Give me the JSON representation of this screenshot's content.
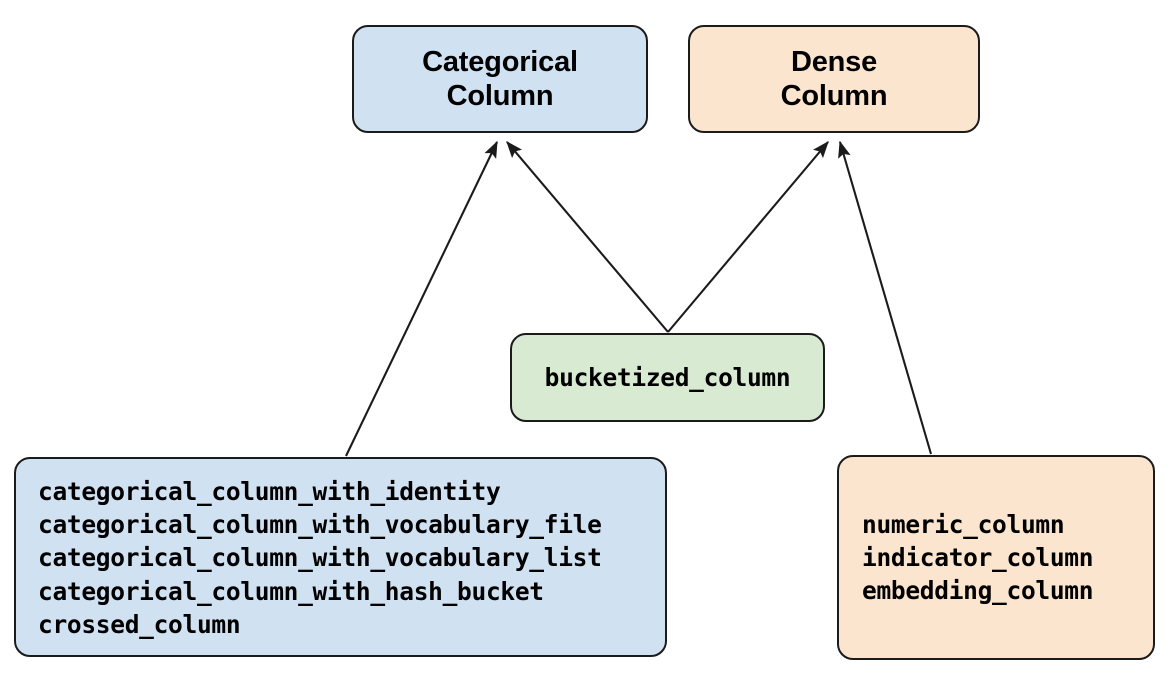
{
  "diagram": {
    "type": "hierarchy-flowchart",
    "background_color": "#ffffff",
    "edge_color": "#1b1b1b",
    "nodes": {
      "categorical_column": {
        "label_lines": [
          "Categorical",
          "Column"
        ],
        "fill_color": "#d0e1f2",
        "border_color": "#1b1b1b",
        "style": "title"
      },
      "dense_column": {
        "label_lines": [
          "Dense",
          "Column"
        ],
        "fill_color": "#fce5cf",
        "border_color": "#1b1b1b",
        "style": "title"
      },
      "bucketized_column": {
        "label_lines": [
          "bucketized_column"
        ],
        "fill_color": "#d9ead3",
        "border_color": "#1b1b1b",
        "style": "mono"
      },
      "categorical_constructors": {
        "label_lines": [
          "categorical_column_with_identity",
          "categorical_column_with_vocabulary_file",
          "categorical_column_with_vocabulary_list",
          "categorical_column_with_hash_bucket",
          "crossed_column"
        ],
        "fill_color": "#d0e1f2",
        "border_color": "#1b1b1b",
        "style": "mono"
      },
      "dense_constructors": {
        "label_lines": [
          "numeric_column",
          "indicator_column",
          "embedding_column"
        ],
        "fill_color": "#fce5cf",
        "border_color": "#1b1b1b",
        "style": "mono"
      }
    },
    "edges": [
      {
        "from": "categorical_constructors",
        "to": "categorical_column",
        "arrowhead": "to"
      },
      {
        "from": "bucketized_column",
        "to": "categorical_column",
        "arrowhead": "to"
      },
      {
        "from": "bucketized_column",
        "to": "dense_column",
        "arrowhead": "to"
      },
      {
        "from": "dense_constructors",
        "to": "dense_column",
        "arrowhead": "to"
      }
    ]
  }
}
